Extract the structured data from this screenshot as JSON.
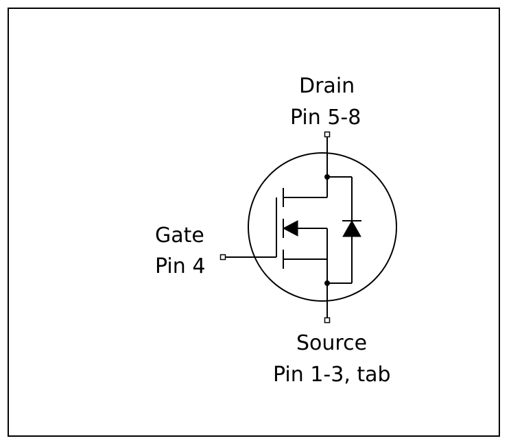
{
  "diagram": {
    "drain": {
      "name": "Drain",
      "pins": "Pin 5-8"
    },
    "gate": {
      "name": "Gate",
      "pins": "Pin 4"
    },
    "source": {
      "name": "Source",
      "pins": "Pin 1-3, tab"
    }
  }
}
